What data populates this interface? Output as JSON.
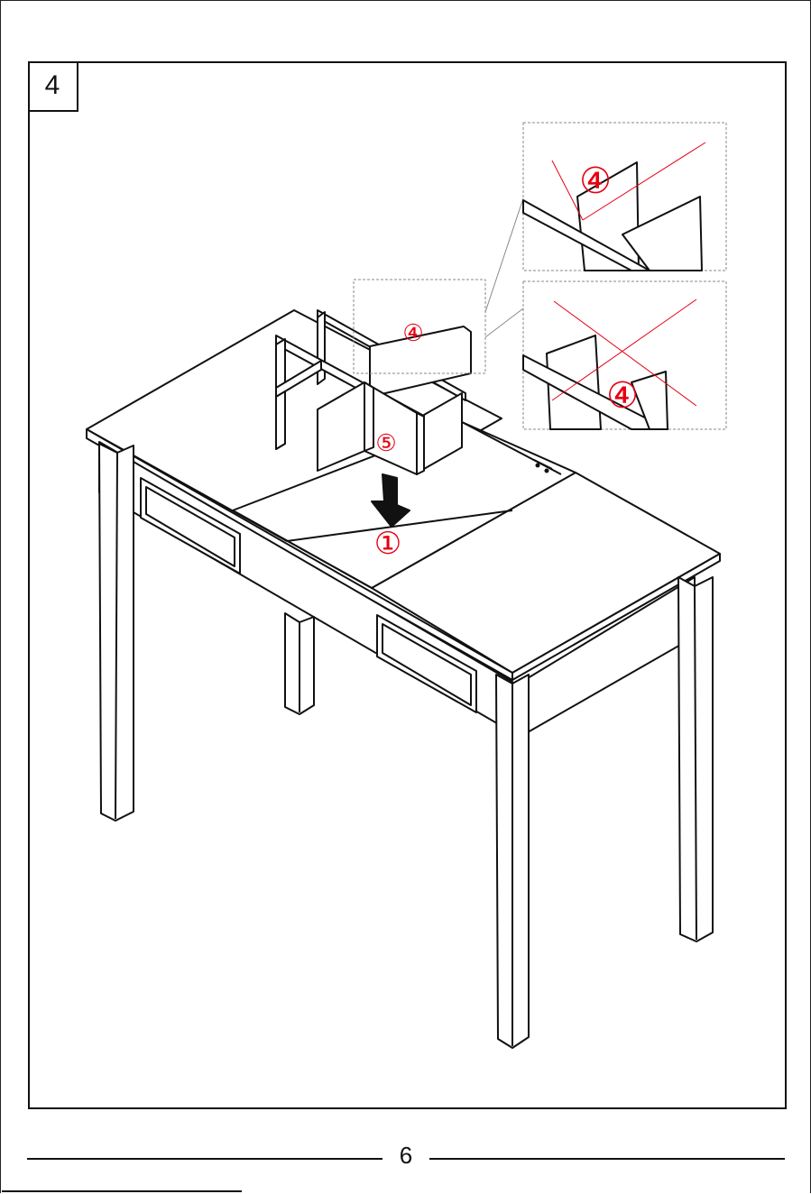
{
  "step": {
    "number": "4"
  },
  "callouts": {
    "part_4_main": "④",
    "part_5": "⑤",
    "part_1": "①",
    "part_4_detail_top": "④",
    "part_4_detail_bottom": "④"
  },
  "footer": {
    "page_number": "6"
  },
  "colors": {
    "line": "#111111",
    "callout_red": "#e60012",
    "detail_frame": "#888888"
  }
}
